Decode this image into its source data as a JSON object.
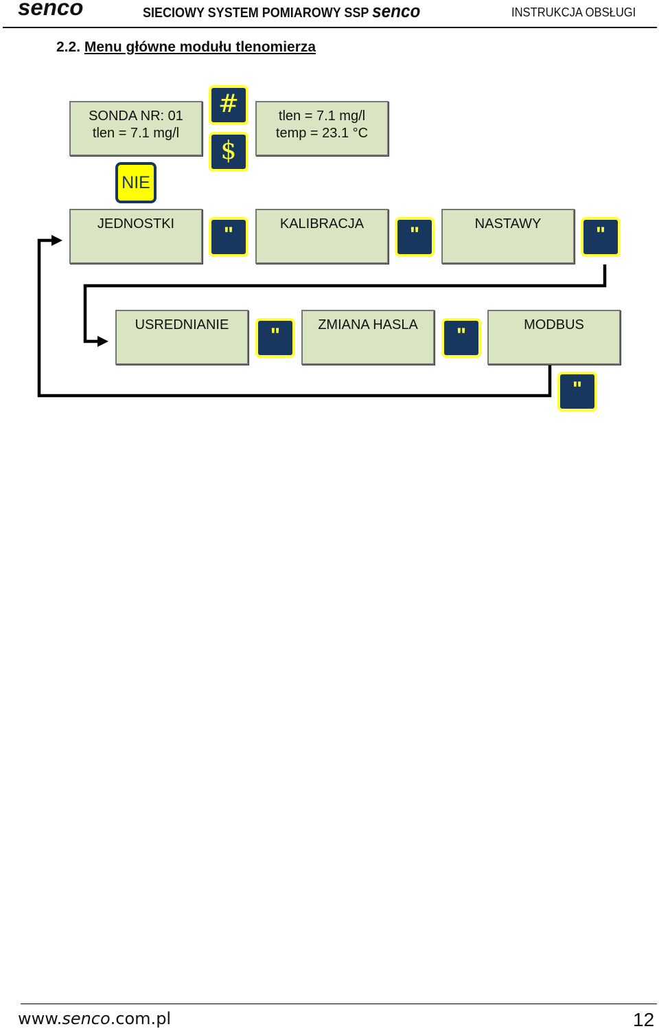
{
  "header": {
    "logo": "senco",
    "title": "SIECIOWY SYSTEM POMIAROWY SSP",
    "title_logo": "senco",
    "manual": "INSTRUKCJA OBSŁUGI"
  },
  "section": {
    "number": "2.2.",
    "title": "Menu główne modułu tlenomierza"
  },
  "display_probe": {
    "line1": "SONDA NR: 01",
    "line2": "tlen = 7.1 mg/l"
  },
  "display_values": {
    "line1": "tlen = 7.1 mg/l",
    "line2": "temp = 23.1 °C"
  },
  "keys": {
    "nie": "NIE",
    "up": "#",
    "down": "$",
    "next": "\""
  },
  "menu_row1": [
    "JEDNOSTKI",
    "KALIBRACJA",
    "NASTAWY"
  ],
  "menu_row2": [
    "USREDNIANIE",
    "ZMIANA HASLA",
    "MODBUS"
  ],
  "colors": {
    "lcd_background": "#d9e5c2",
    "key_background": "#17375e",
    "key_border": "#ffff3c",
    "nie_background": "#ffff00"
  },
  "footer": {
    "url_prefix": "www.",
    "url_brand": "senco",
    "url_suffix": ".com.pl",
    "page": "12"
  }
}
